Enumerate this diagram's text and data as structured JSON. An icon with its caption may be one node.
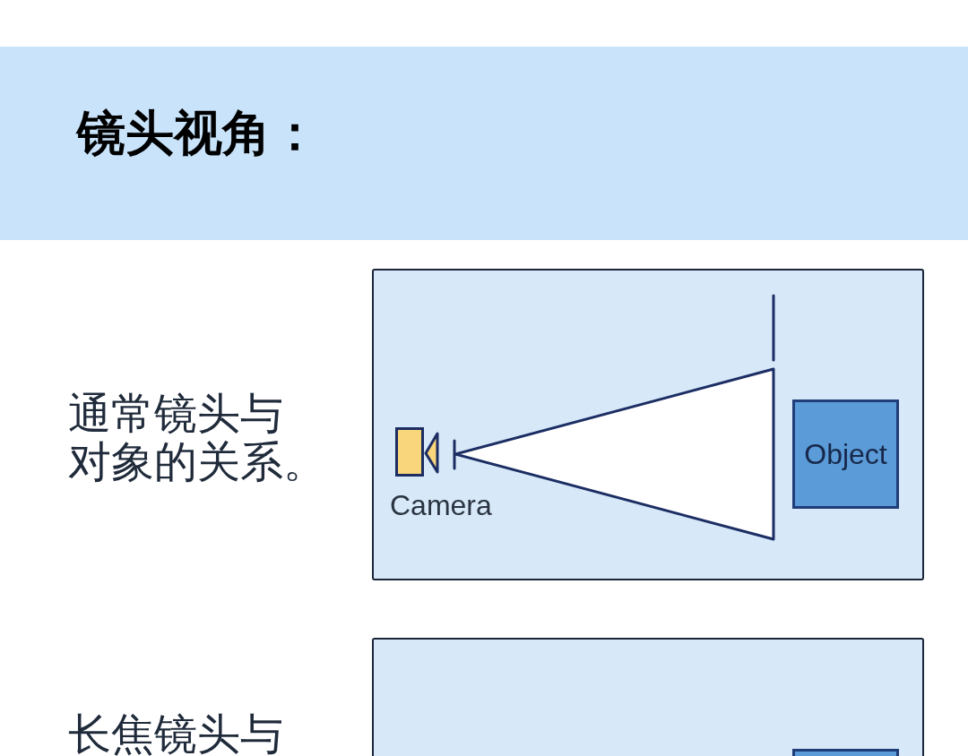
{
  "diagram": {
    "title": "镜头视角：",
    "nodes": [
      {
        "text": [],
        "shape": "box"
      },
      {
        "text": [
          "Object"
        ],
        "in": 0
      },
      {
        "text": [],
        "shape": "box"
      },
      {
        "text": [],
        "shape": "box",
        "in": 2
      }
    ],
    "labels": [
      "通常镜头与对象的关系。",
      "Camera",
      "长焦镜头与"
    ]
  }
}
